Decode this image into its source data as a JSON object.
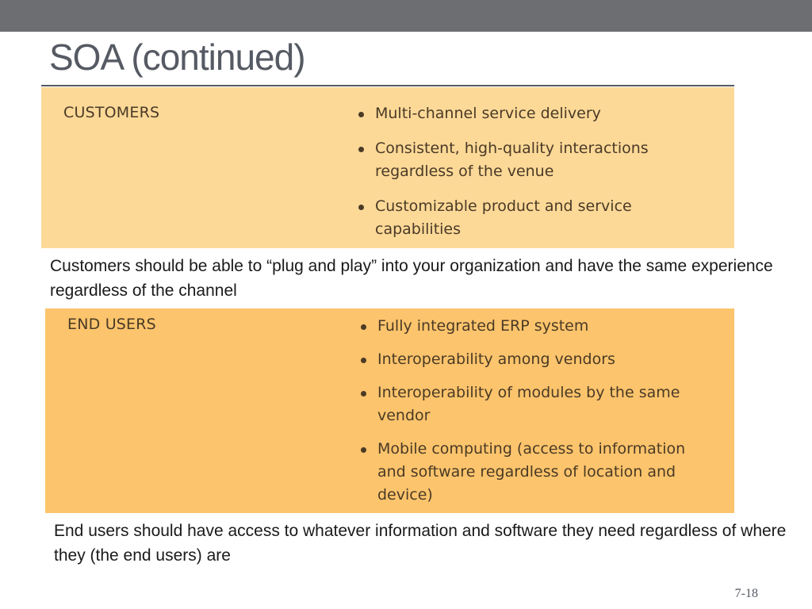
{
  "slide": {
    "title": "SOA (continued)",
    "number": "7-18"
  },
  "customers": {
    "heading": "CUSTOMERS",
    "bullets": [
      "Multi-channel service delivery",
      "Consistent, high-quality interactions regardless of the venue",
      "Customizable product and service capabilities"
    ],
    "caption": "Customers should be able to “plug and play” into your organization and have the same experience regardless of the channel"
  },
  "end_users": {
    "heading": "END USERS",
    "bullets": [
      "Fully integrated ERP system",
      "Interoperability among vendors",
      "Interoperability of modules by the same vendor",
      "Mobile computing (access to information and software regardless of location and device)"
    ],
    "caption": "End users should have access to whatever information and software they need regardless of where they (the end users) are"
  },
  "colors": {
    "top_bar": "#6d6e72",
    "title_text": "#555a63",
    "customers_panel": "#fdd998",
    "end_users_panel": "#fcc46c"
  }
}
